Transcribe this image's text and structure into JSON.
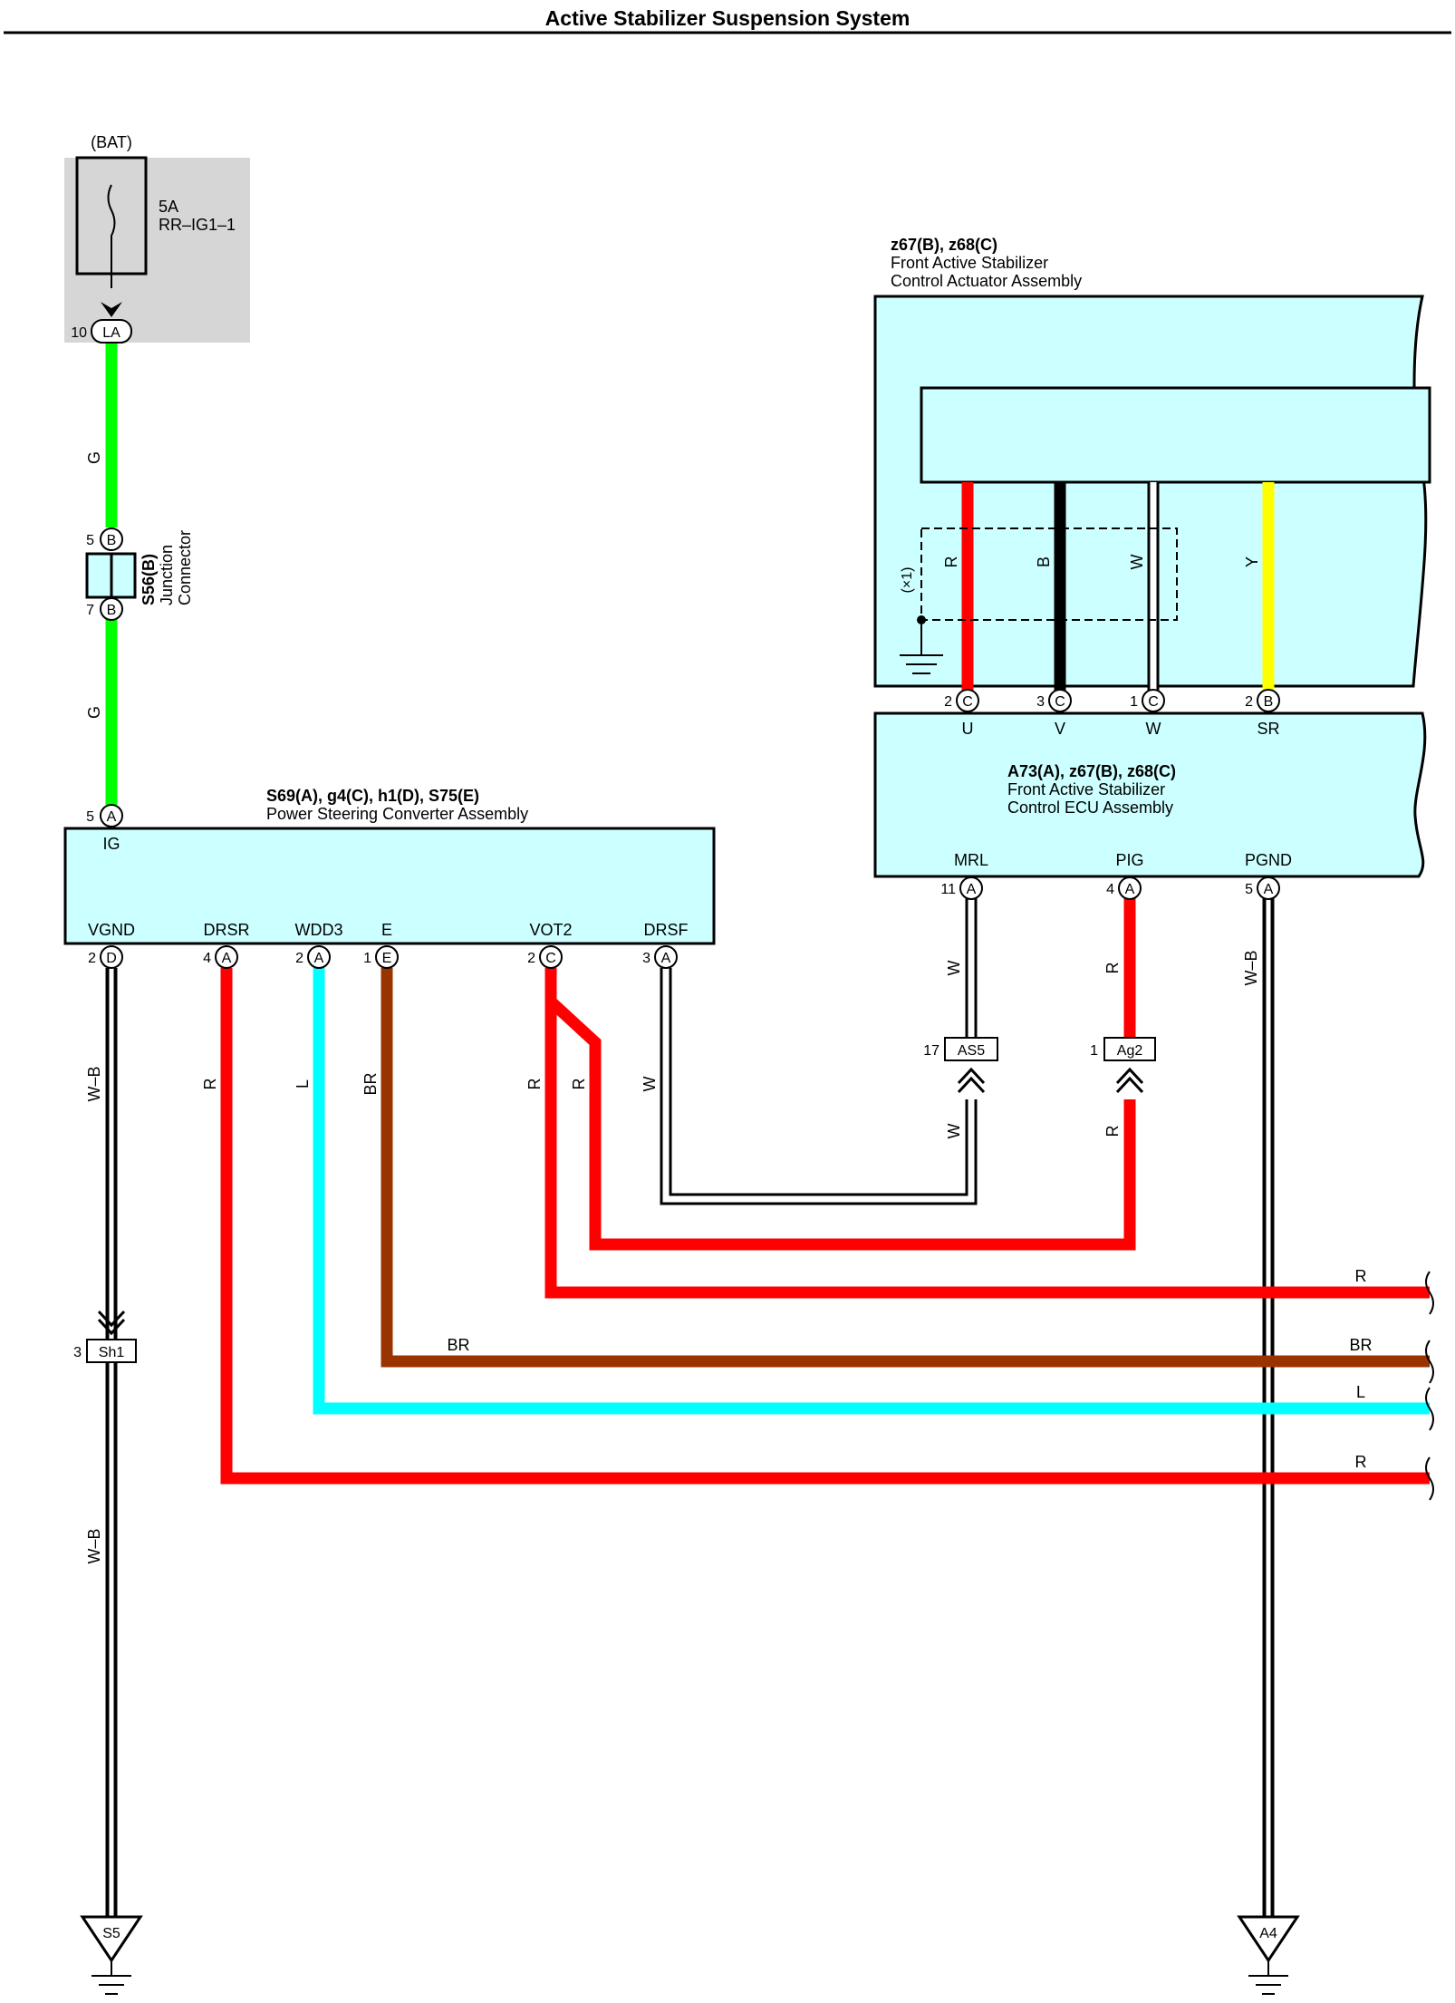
{
  "title": "Active Stabilizer Suspension System",
  "colors": {
    "R": "#ff0000",
    "G": "#00ff00",
    "L": "#00ffff",
    "BR": "#993300",
    "B": "#000000",
    "W": "#ffffff",
    "Y": "#ffff00",
    "panel": "#ccffff",
    "fuse_bg": "#d6d6d6"
  },
  "fuse": {
    "source": "(BAT)",
    "rating": "5A",
    "name": "RR–IG1–1",
    "pin": "10",
    "connector": "LA"
  },
  "junction": {
    "id": "S56(B)",
    "line1": "Junction",
    "line2": "Connector",
    "pin_top": "5",
    "pin_bottom": "7",
    "letter": "B"
  },
  "psc": {
    "id": "S69(A), g4(C), h1(D), S75(E)",
    "name": "Power Steering Converter Assembly",
    "ig": {
      "label": "IG",
      "pin": "5",
      "letter": "A"
    },
    "terminals": [
      {
        "label": "VGND",
        "pin": "2",
        "letter": "D"
      },
      {
        "label": "DRSR",
        "pin": "4",
        "letter": "A"
      },
      {
        "label": "WDD3",
        "pin": "2",
        "letter": "A"
      },
      {
        "label": "E",
        "pin": "1",
        "letter": "E"
      },
      {
        "label": "VOT2",
        "pin": "2",
        "letter": "C"
      },
      {
        "label": "DRSF",
        "pin": "3",
        "letter": "A"
      }
    ]
  },
  "actuator": {
    "id": "z67(B), z68(C)",
    "line1": "Front Active Stabilizer",
    "line2": "Control Actuator Assembly",
    "note": "(×1)",
    "wires": [
      {
        "color": "R",
        "pin": "2",
        "letter": "C",
        "label": "U"
      },
      {
        "color": "B",
        "pin": "3",
        "letter": "C",
        "label": "V"
      },
      {
        "color": "W",
        "pin": "1",
        "letter": "C",
        "label": "W"
      },
      {
        "color": "Y",
        "pin": "2",
        "letter": "B",
        "label": "SR"
      }
    ]
  },
  "ecu": {
    "id": "A73(A), z67(B), z68(C)",
    "line1": "Front Active Stabilizer",
    "line2": "Control ECU Assembly",
    "terminals": [
      {
        "label": "MRL",
        "pin": "11",
        "letter": "A"
      },
      {
        "label": "PIG",
        "pin": "4",
        "letter": "A"
      },
      {
        "label": "PGND",
        "pin": "5",
        "letter": "A"
      }
    ]
  },
  "inline_connectors": [
    {
      "pin": "17",
      "name": "AS5"
    },
    {
      "pin": "1",
      "name": "Ag2"
    },
    {
      "pin": "3",
      "name": "Sh1"
    }
  ],
  "grounds": [
    "S5",
    "A4"
  ],
  "wire_labels": {
    "g": "G",
    "wb": "W–B",
    "r": "R",
    "l": "L",
    "br": "BR",
    "w": "W"
  }
}
